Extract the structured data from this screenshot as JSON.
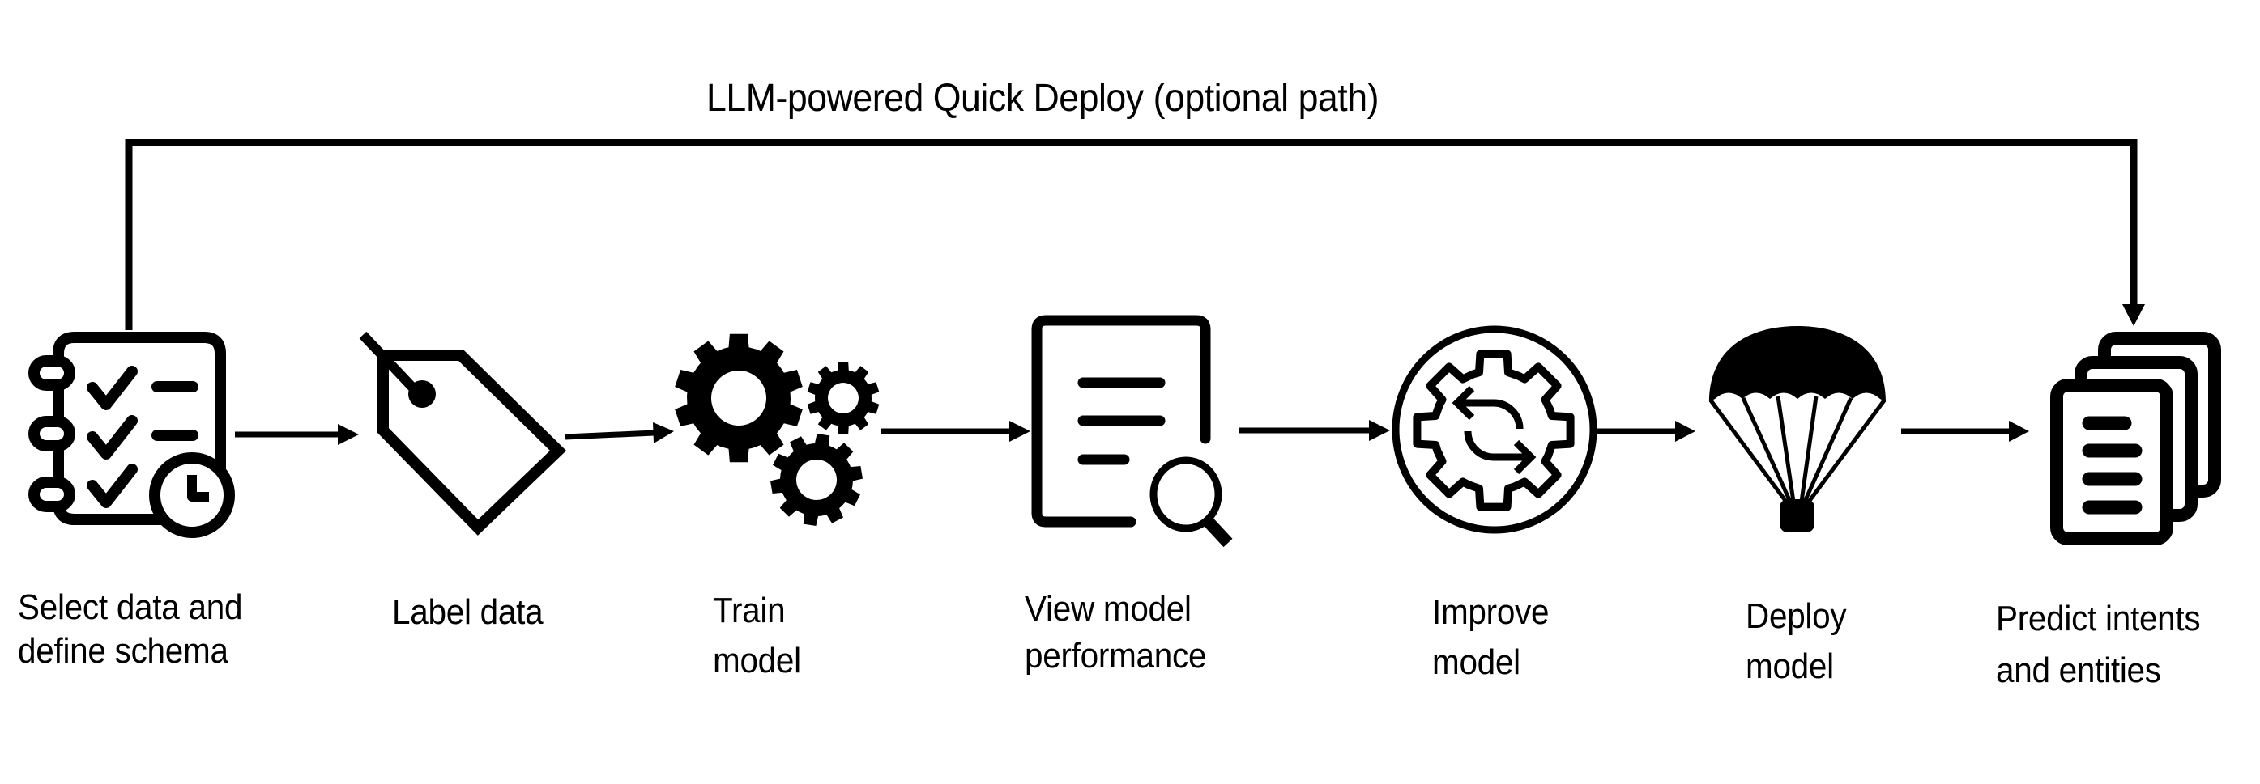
{
  "diagram": {
    "title": "LLM-powered Quick Deploy (optional path)",
    "shortcut_path": {
      "from": "select-data",
      "to": "predict",
      "label": "LLM-powered Quick Deploy (optional path)"
    },
    "steps": [
      {
        "id": "select-data",
        "icon": "checklist-clock-icon",
        "lines": [
          "Select data and",
          "define schema"
        ]
      },
      {
        "id": "label-data",
        "icon": "tag-icon",
        "lines": [
          "Label data"
        ]
      },
      {
        "id": "train",
        "icon": "gears-icon",
        "lines": [
          "Train",
          "model"
        ]
      },
      {
        "id": "view-performance",
        "icon": "document-search-icon",
        "lines": [
          "View model",
          "performance"
        ]
      },
      {
        "id": "improve",
        "icon": "gear-refresh-icon",
        "lines": [
          "Improve",
          "model"
        ]
      },
      {
        "id": "deploy",
        "icon": "parachute-icon",
        "lines": [
          "Deploy",
          "model"
        ]
      },
      {
        "id": "predict",
        "icon": "stacked-documents-icon",
        "lines": [
          "Predict intents",
          "and entities"
        ]
      }
    ],
    "colors": {
      "stroke": "#000000",
      "background": "#ffffff"
    }
  }
}
